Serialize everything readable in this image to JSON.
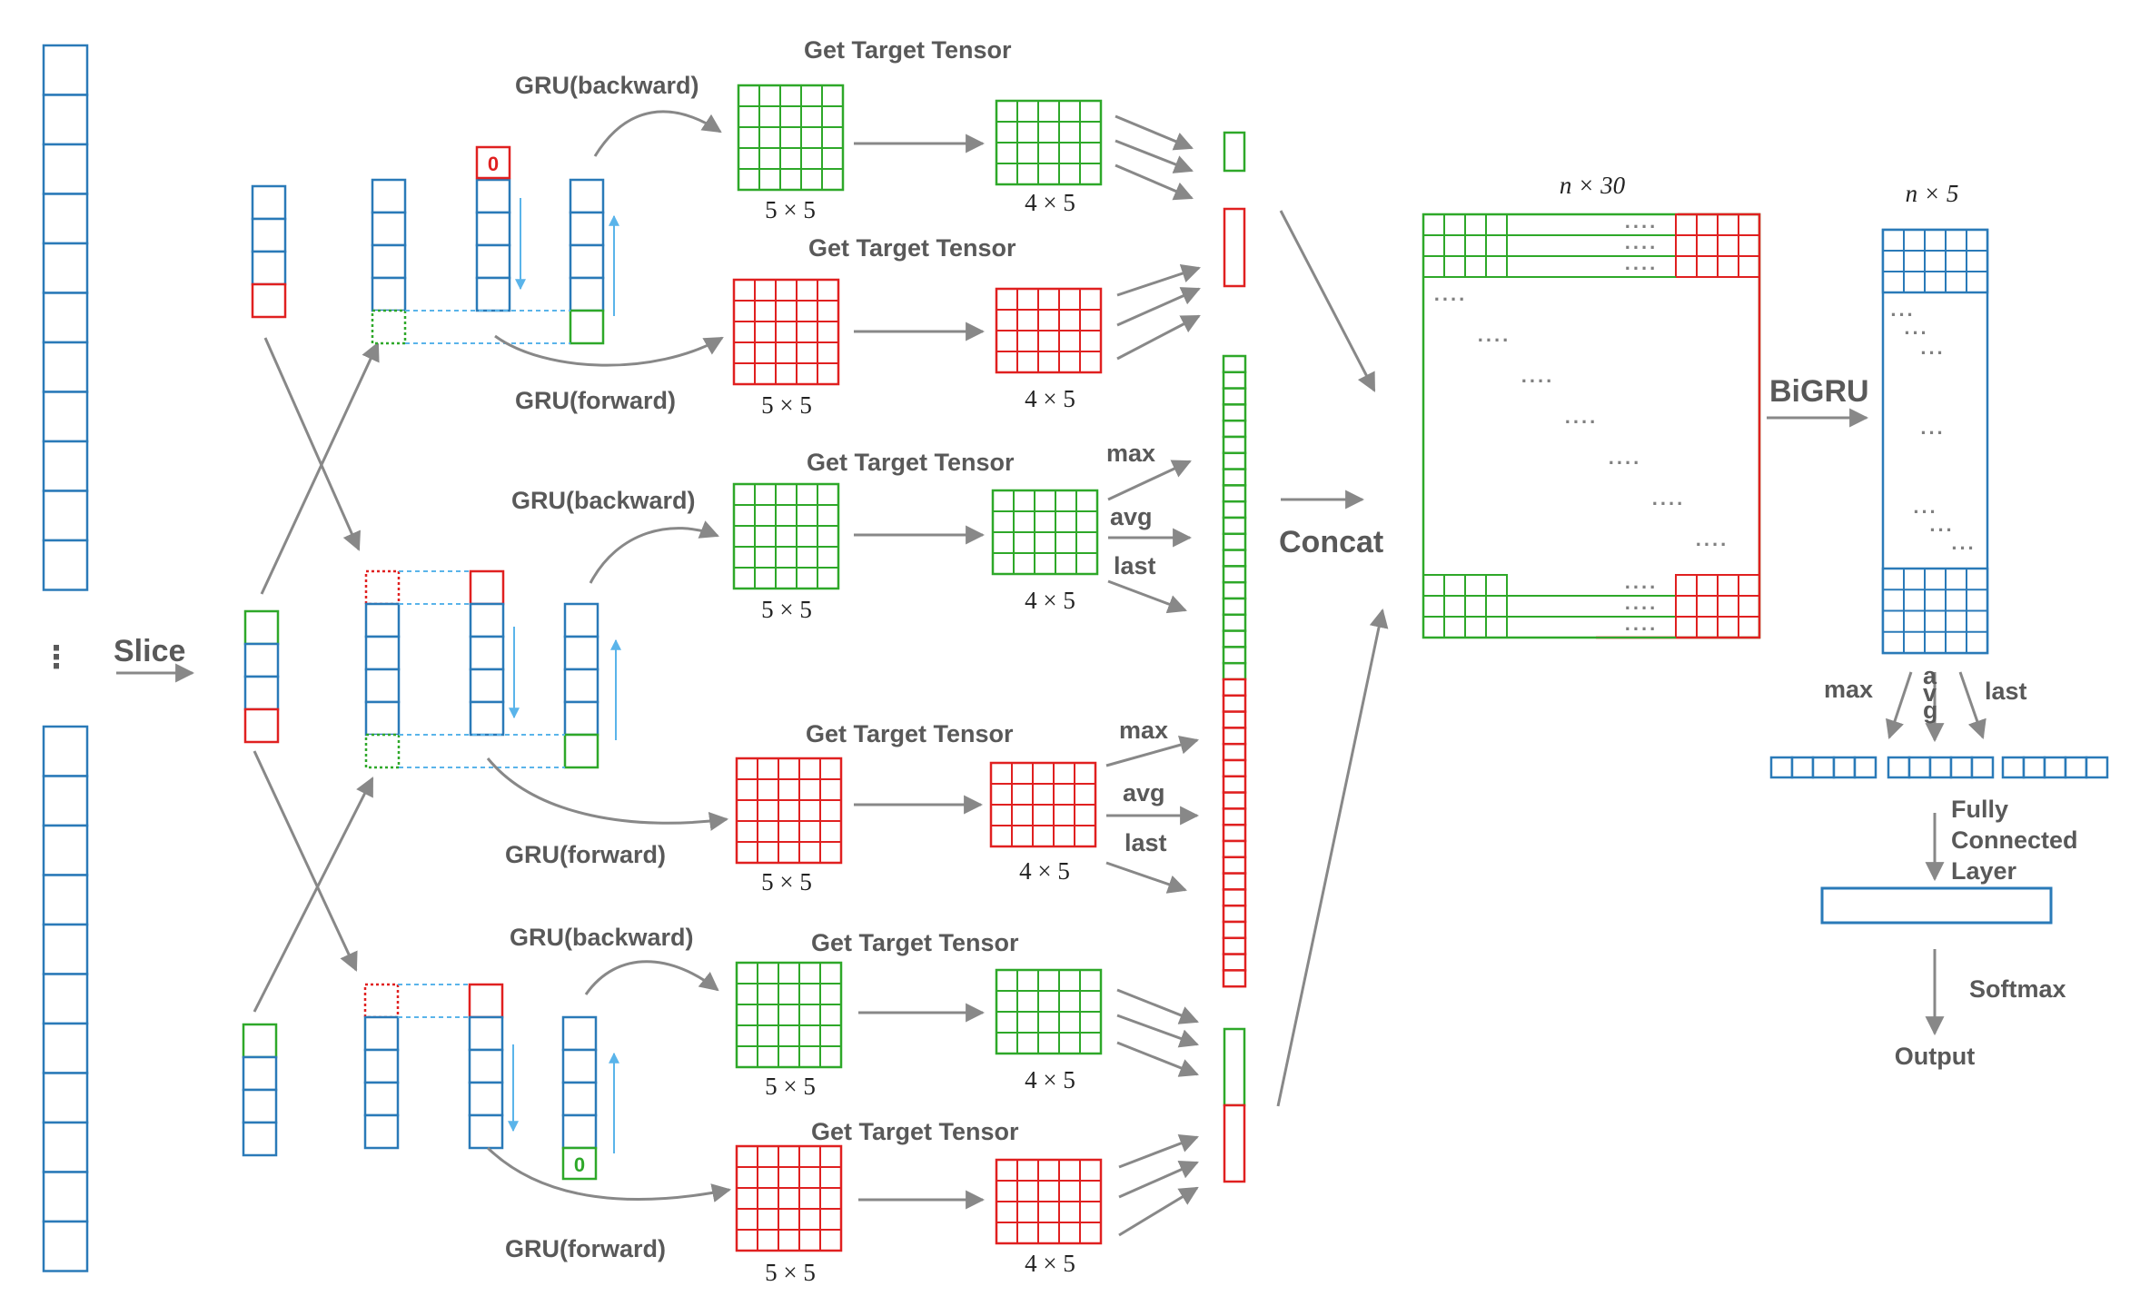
{
  "colors": {
    "blue": "#2a7ab8",
    "green": "#2ea829",
    "red": "#e02020",
    "gray": "#888888",
    "lightblue": "#5ab4ea",
    "text": "#595959"
  },
  "labels": {
    "slice": "Slice",
    "concat": "Concat",
    "bigru": "BiGRU",
    "get_target_tensor": "Get Target Tensor",
    "gru_backward": "GRU(backward)",
    "gru_forward": "GRU(forward)",
    "max": "max",
    "avg": "avg",
    "last": "last",
    "fc_line1": "Fully",
    "fc_line2": "Connected",
    "fc_line3": "Layer",
    "softmax": "Softmax",
    "output": "Output",
    "dim_5x5": "5 × 5",
    "dim_4x5": "4 × 5",
    "dim_n30": "n × 30",
    "dim_n5": "n × 5",
    "zero": "0",
    "vdots": "⋮",
    "avg_vertical": [
      "a",
      "v",
      "g"
    ]
  }
}
